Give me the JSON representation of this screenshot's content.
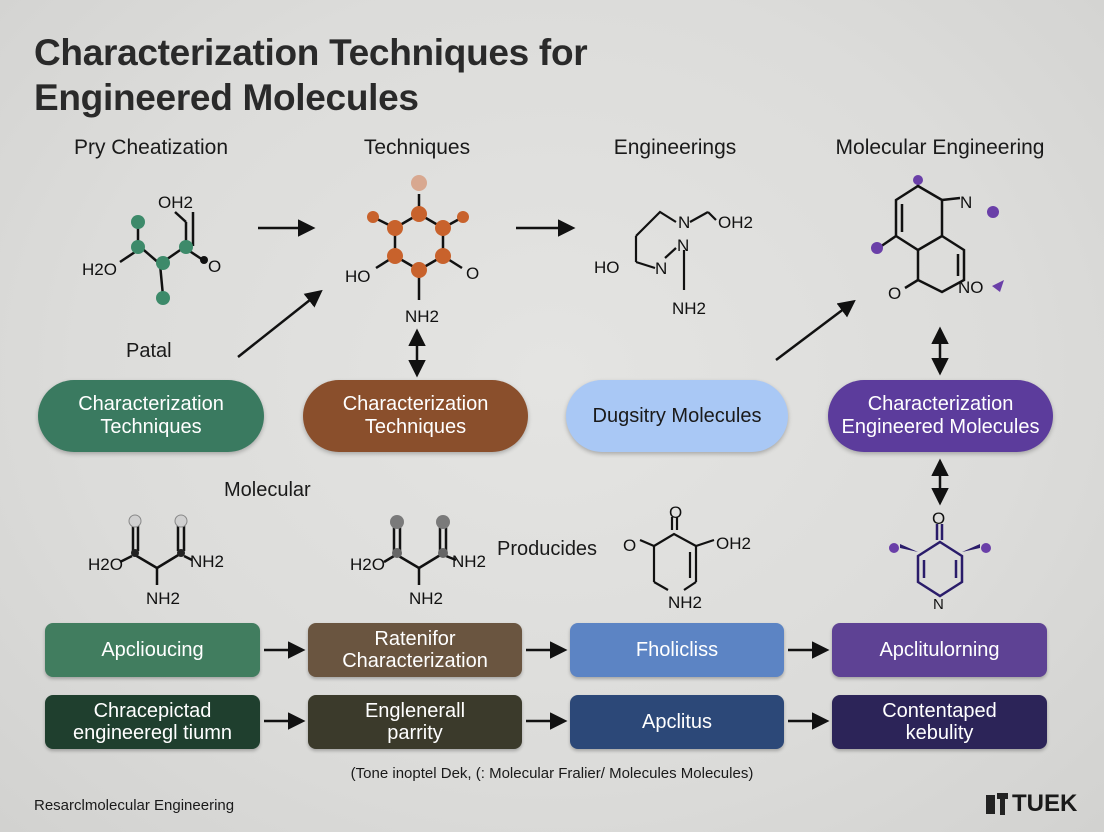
{
  "title_line1": "Characterization Techniques for",
  "title_line2": "Engineered Molecules",
  "columns": [
    "Pry Cheatization",
    "Techniques",
    "Engineerings",
    "Molecular Engineering"
  ],
  "side_labels": {
    "patal": "Patal",
    "molecular": "Molecular",
    "producides": "Producides"
  },
  "pills": [
    {
      "line1": "Characterization",
      "line2": "Techniques",
      "color": "#3a7a60"
    },
    {
      "line1": "Characterization",
      "line2": "Techniques",
      "color": "#8a4f2c"
    },
    {
      "line1": "Dugsitry Molecules",
      "line2": "",
      "color": "#a9c8f5"
    },
    {
      "line1": "Characterization",
      "line2": "Engineered Molecules",
      "color": "#5c3c9c"
    }
  ],
  "row1": [
    {
      "text": "Apcliouc​ing",
      "color": "#417d5f"
    },
    {
      "text": "Ratenifor\nCharacterization",
      "color": "#6a5540"
    },
    {
      "text": "Fholicliss",
      "color": "#5c84c4"
    },
    {
      "text": "Apclitulorning",
      "color": "#5e4294"
    }
  ],
  "row2": [
    {
      "text": "Chracepictad\nengineeregl tiumn",
      "color": "#1f3f2e"
    },
    {
      "text": "Englenerall\nparrity",
      "color": "#3b3a2b"
    },
    {
      "text": "Apclitus",
      "color": "#2c4878"
    },
    {
      "text": "Contentaped\nkebulity",
      "color": "#2c2458"
    }
  ],
  "molecule_labels": {
    "m1": [
      "OH2",
      "H2O",
      "O"
    ],
    "m2": [
      "HO",
      "O",
      "NH2"
    ],
    "m3": [
      "N",
      "OH2",
      "HO",
      "N",
      "N",
      "NH2"
    ],
    "m4": [
      "N",
      "O",
      "NO"
    ],
    "m5": [
      "H2O",
      "NH2",
      "NH2"
    ],
    "m6": [
      "H2O",
      "NH2",
      "NH2"
    ],
    "m7": [
      "O",
      "O",
      "OH2",
      "NH2"
    ],
    "m8": [
      "O",
      "N"
    ]
  },
  "caption": "(Tone inoptel Dek, (: Molecular Fralier/ Molecules Molecules)",
  "footer": "Resarclmolecular Engineering",
  "logo_text": "TUEK",
  "colors": {
    "green_atom": "#3d8a6a",
    "orange_atom": "#c8622c",
    "purple_atom": "#6a3fa8"
  }
}
